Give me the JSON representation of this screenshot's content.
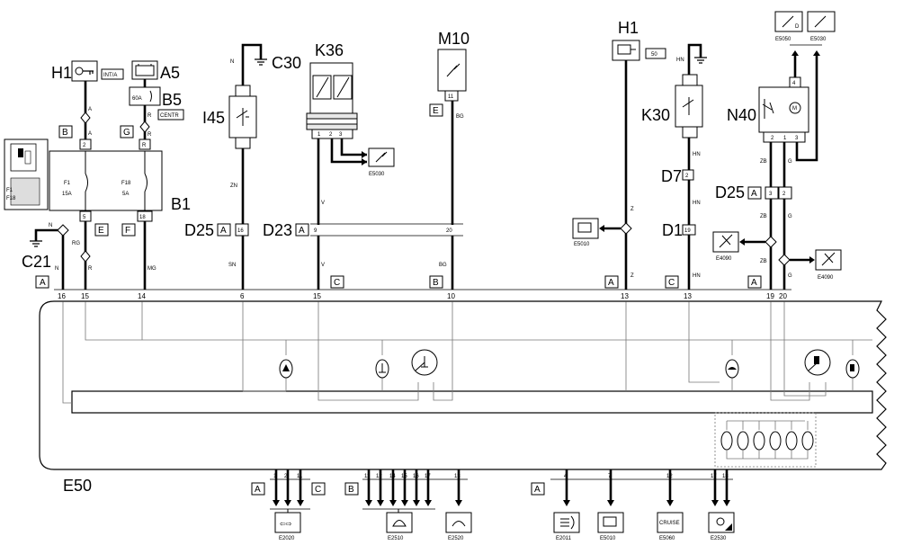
{
  "components": {
    "H1_left": "H1",
    "H1_left_tag": "INT/A",
    "A5": "A5",
    "B5": "B5",
    "B5_tag": "CENTR",
    "B5_fuse": "60A",
    "B1": "B1",
    "F1": "F1",
    "F1_rating": "15A",
    "F18": "F18",
    "F18_rating": "5A",
    "C21": "C21",
    "C30": "C30",
    "I45": "I45",
    "K36": "K36",
    "M10": "M10",
    "H1_right": "H1",
    "H1_right_tag": "50",
    "K30": "K30",
    "N40": "N40",
    "D7": "D7",
    "D1": "D1",
    "D25_left": "D25",
    "D23": "D23",
    "D25_right": "D25",
    "E50": "E50"
  },
  "connector_letters": {
    "b1_a": "B",
    "b1_g": "G",
    "b1_e": "E",
    "b1_f": "F",
    "d25_a": "A",
    "d23_a": "A",
    "m10_e": "E",
    "e50_a1": "A",
    "e50_c1": "C",
    "e50_b1": "B",
    "e50_a2": "A",
    "e50_c2": "C",
    "e50_a3": "A",
    "n40_a": "A",
    "bot_a": "A",
    "bot_c": "C",
    "bot_b": "B",
    "bot_a2": "A"
  },
  "wire_colors": {
    "h1_a": "A",
    "h1_a2": "A",
    "a5_r": "R",
    "a5_r2": "R",
    "c21_n": "N",
    "c21_n2": "N",
    "b1_rg": "RG",
    "b1_r": "R",
    "b1_mg": "MG",
    "c30_n": "N",
    "i45_zn": "ZN",
    "i45_sn": "SN",
    "k36_v": "V",
    "k36_v2": "V",
    "m10_bg": "BG",
    "m10_bg2": "BG",
    "h1r_z": "Z",
    "h1r_z2": "Z",
    "k30_hn1": "HN",
    "k30_hn2": "HN",
    "k30_hn3": "HN",
    "n40_zb1": "ZB",
    "n40_zb2": "ZB",
    "n40_zb3": "ZB",
    "n40_g1": "G",
    "n40_g2": "G",
    "n40_g3": "G"
  },
  "pins": {
    "b1_2": "2",
    "b1_r": "R",
    "b1_5": "5",
    "b1_18": "18",
    "d25_16": "16",
    "d23_9": "9",
    "d23_20": "20",
    "m10_11": "11",
    "k36_1": "1",
    "k36_2": "2",
    "k36_3": "3",
    "d7_2": "2",
    "d1_19": "19",
    "d25r_3": "3",
    "d25r_2": "2",
    "n40_2": "2",
    "n40_1": "1",
    "n40_3": "3",
    "n40_4": "4",
    "e50_16": "16",
    "e50_15": "15",
    "e50_14": "14",
    "e50_6": "6",
    "e50_15b": "15",
    "e50_10": "10",
    "e50_13": "13",
    "e50_13b": "13",
    "e50_19": "19",
    "e50_20": "20",
    "bot_1": "1",
    "bot_2": "2",
    "bot_11": "11",
    "bot_11b": "11",
    "bot_12": "12",
    "bot_14": "14",
    "bot_15": "15",
    "bot_16": "16",
    "bot_17": "17",
    "bot_13": "13",
    "bot_4": "4",
    "bot_7": "7",
    "bot_12b": "12",
    "bot_17b": "17",
    "bot_18": "18"
  },
  "references": {
    "e5030_k36": "E5030",
    "e5010_h1": "E5010",
    "e4090_a": "E4090",
    "e4090_b": "E4090",
    "e5050": "E5050",
    "e5030_top": "E5030",
    "e2020": "E2020",
    "e2510": "E2510",
    "e2520": "E2520",
    "e2011": "E2011",
    "e5010_bot": "E5010",
    "e5060": "E5060",
    "e2530": "E2530",
    "cruise": "CRUISE"
  },
  "colors": {
    "wire": "#000000",
    "internal": "#777777",
    "background": "#ffffff"
  }
}
